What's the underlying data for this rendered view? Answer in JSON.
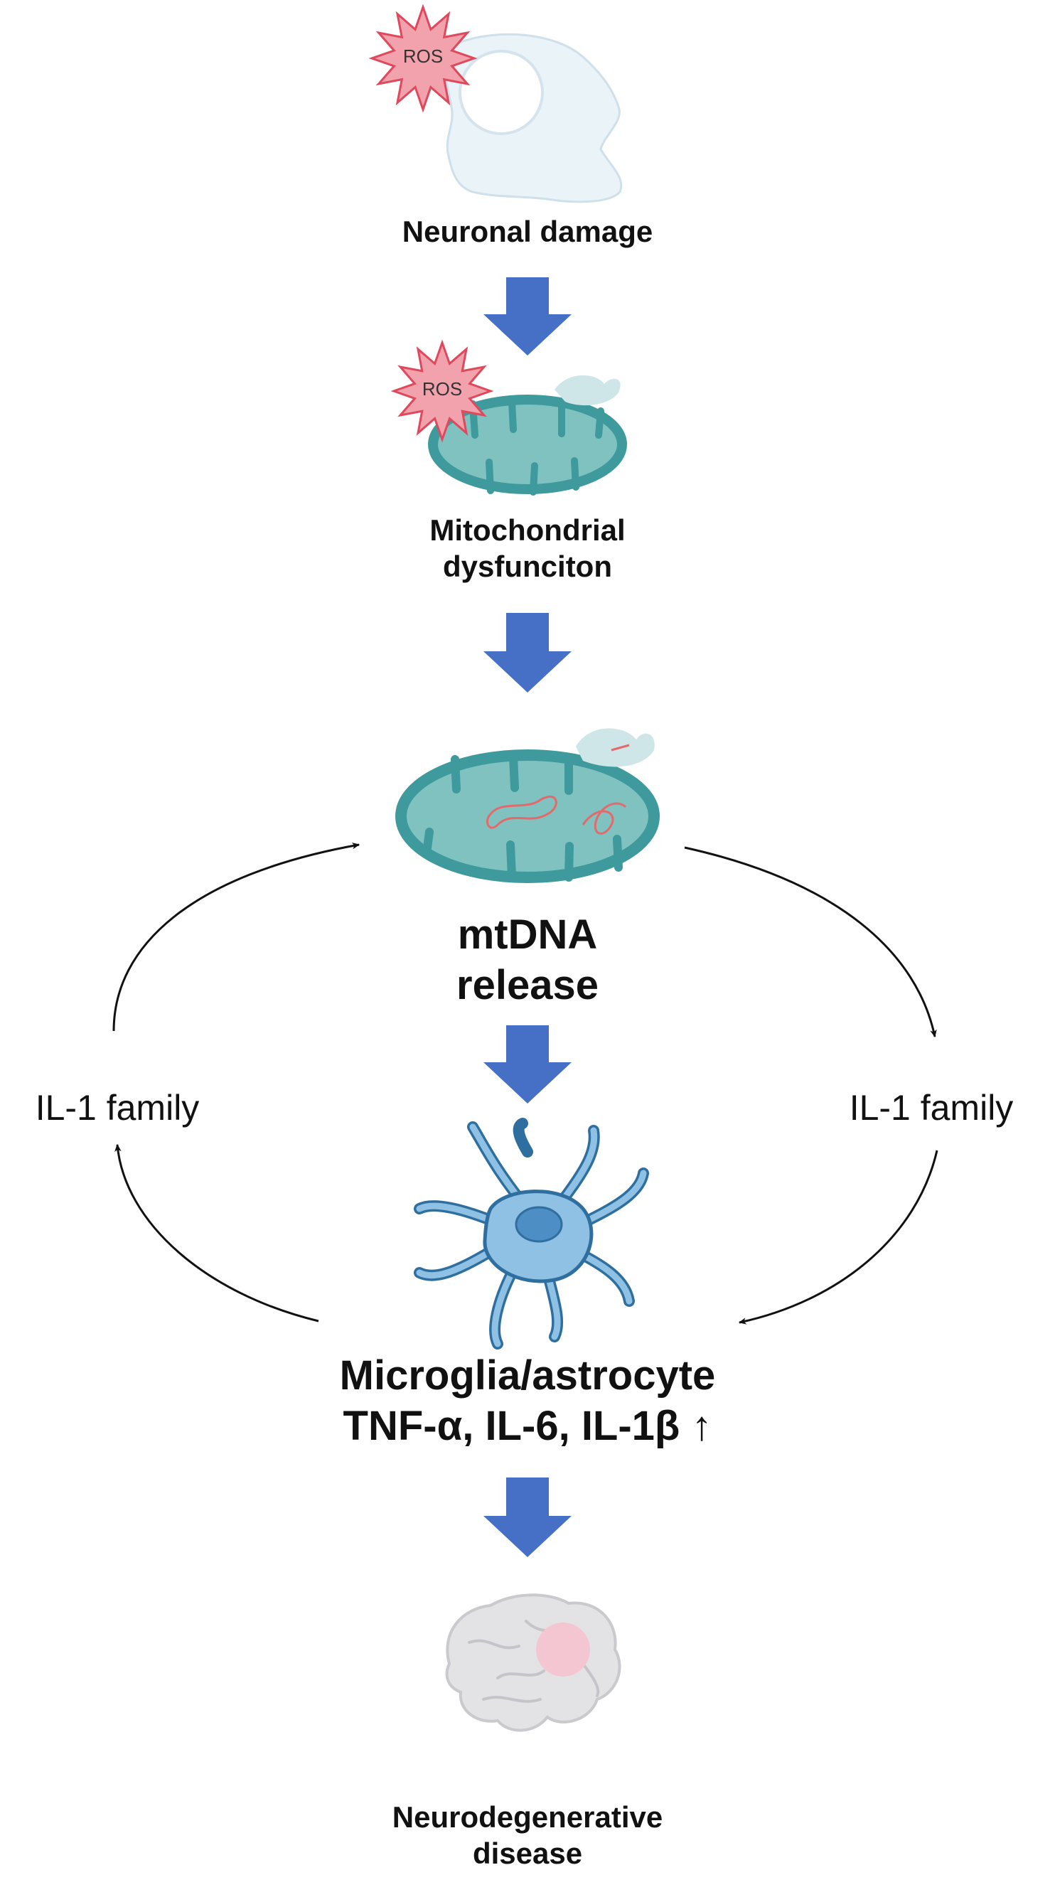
{
  "nodes": {
    "neuronal_damage": "Neuronal damage",
    "mito_dysfunction": [
      "Mitochondrial",
      "dysfunciton"
    ],
    "mtdna_release": [
      "mtDNA",
      "release"
    ],
    "glia": [
      "Microglia/astrocyte",
      "TNF-α, IL-6, IL-1β ↑"
    ],
    "neuro_disease": [
      "Neurodegenerative",
      "disease"
    ]
  },
  "ros_badge": "ROS",
  "cycle_labels": {
    "left": "IL-1 family",
    "right": "IL-1 family"
  },
  "colors": {
    "flow_arrow": "#4670c6",
    "mito_outline": "#3e9a9c",
    "mito_fill": "#7fc2c0",
    "ros_fill": "#f2a2ad",
    "ros_stroke": "#e0485c",
    "cell_fill": "#e8f2f8",
    "glia_fill": "#8ec1e4",
    "glia_stroke": "#2f6f9f",
    "brain_fill": "#e3e3e6",
    "brain_spot": "#f4c6d1",
    "cycle_arrow": "#111111"
  }
}
